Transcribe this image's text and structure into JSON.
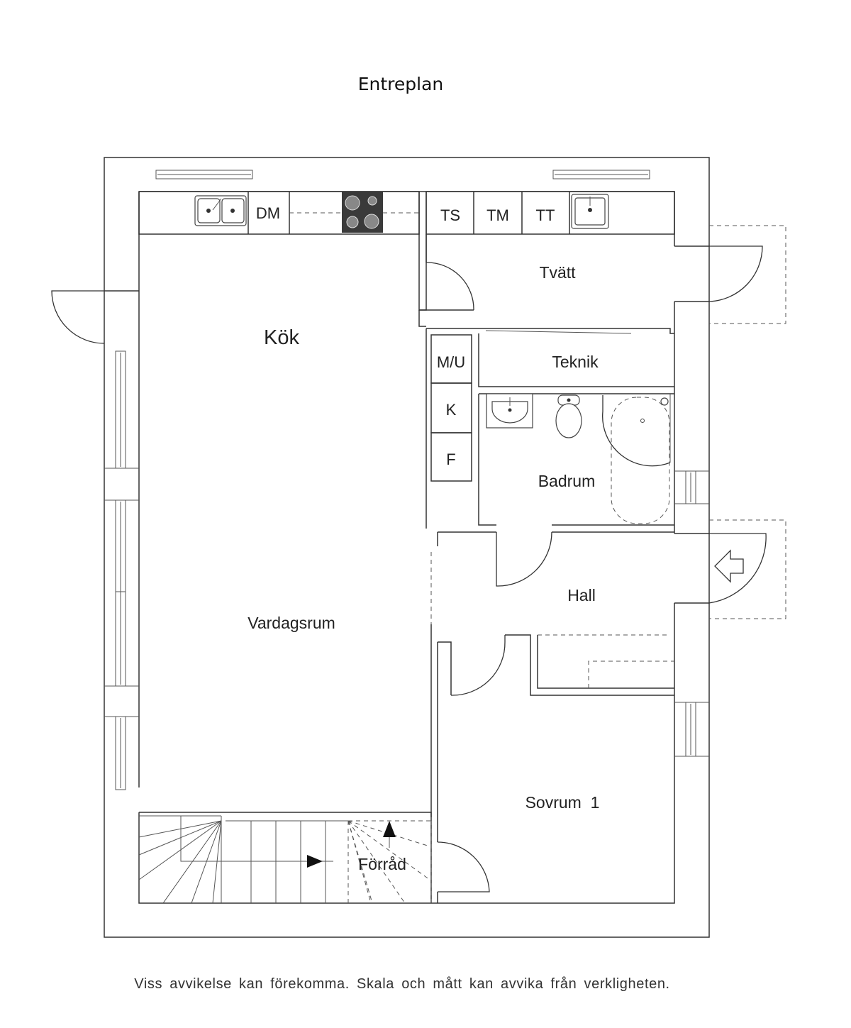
{
  "title": "Entreplan",
  "rooms": {
    "kok": "Kök",
    "vardagsrum": "Vardagsrum",
    "tvatt": "Tvätt",
    "teknik": "Teknik",
    "badrum": "Badrum",
    "hall": "Hall",
    "sovrum": "Sovrum  1",
    "forrad": "Förråd"
  },
  "appliances": {
    "dm": "DM",
    "ts": "TS",
    "tm": "TM",
    "tt": "TT",
    "mu": "M/U",
    "k": "K",
    "f": "F"
  },
  "disclaimer": "Viss avvikelse kan förekomma. Skala och mått kan avvika från verkligheten.",
  "colors": {
    "line": "#333333",
    "stove": "#3a3a3a"
  }
}
